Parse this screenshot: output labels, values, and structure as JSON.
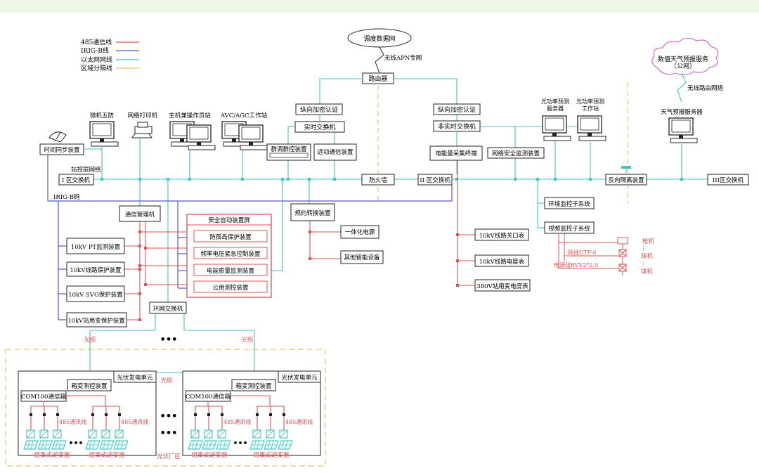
{
  "colors": {
    "rs485": "#e05050",
    "irig": "#5555cc",
    "ethernet": "#39c6c6",
    "boundary": "#f0c070",
    "black": "#222222"
  },
  "legend": {
    "rs485": "485通信线",
    "irig": "IRIG-B线",
    "ethernet": "以太网网线",
    "boundary": "区域分隔线"
  },
  "top": {
    "dispatch_cloud": "调度数据网",
    "apn": "无线APN专网",
    "router": "路由器",
    "enc1": "纵向加密认证",
    "enc2": "纵向加密认证",
    "realtime_switch": "实时交换机",
    "nonrealtime_switch": "非实时交换机",
    "group_ctrl": "群调群控装置",
    "telecontrol": "远动通信装置",
    "energy_terminal": "电能量采集终端",
    "net_security": "网络安全监测装置",
    "pp_server": "光功率预测服务器",
    "pp_workstation": "光功率预测工作站",
    "weather_cloud_1": "数值天气预报服务",
    "weather_cloud_2": "（公网）",
    "wireless_route": "无线路由网络",
    "weather_server": "天气预报服务器"
  },
  "zone1": {
    "five_prevent": "微机五防",
    "printer": "网络打印机",
    "host_station": "主机兼操作员站",
    "avc_station": "AVC/AGC工作站",
    "time_sync": "时间同步装置",
    "station_net": "站控层网络",
    "zone1_switch": "I 区交换机",
    "irig_code": "IRIG-B码",
    "comm_mgr": "通信管理机",
    "pt_monitor": "10kV PT监测装置",
    "line_prot": "10kV线路保护装置",
    "svg_prot": "10kV SVG保护装置",
    "sta_tr_prot": "10kV站用变保护装置",
    "ring_switch": "环网交换机",
    "panel_title": "安全自动装置屏",
    "anti_island": "防孤岛保护装置",
    "freq_volt": "频率电压紧急控制装置",
    "pq_monitor": "电能质量监测装置",
    "common_ctrl": "公用测控装置",
    "protocol_conv": "规约转换装置",
    "ups": "一体化电源",
    "other_dev": "其他智能设备"
  },
  "mid": {
    "firewall": "防火墙",
    "zone2_switch": "II 区交换机",
    "meter_gate": "10kV线路关口表",
    "meter_line": "10kV线路电度表",
    "meter_380": "380V站用变电度表"
  },
  "right": {
    "reverse_iso": "反向隔离装置",
    "zone3_switch": "III区交换机",
    "env_monitor": "环境监控子系统",
    "video_monitor": "视频监控子系统",
    "gun_cam": "枪机",
    "dome1": "球机",
    "dome2": "球机",
    "utp": "网线UTP-6",
    "power_cable": "电源线RVV2*2.0"
  },
  "bottom": {
    "fiber1": "光缆",
    "fiber2": "光缆",
    "fiber3": "光缆",
    "dots_top": "•••",
    "unit_title1": "光伏发电单元",
    "unit_title2": "光伏发电单元",
    "box_ctrl1": "箱变测控装置",
    "box_ctrl2": "箱变测控装置",
    "com1": "COM100通信箱",
    "com2": "COM100通信箱",
    "rs485_a": "485通讯线",
    "rs485_b": "485通讯线",
    "rs485_c": "485通讯线",
    "rs485_d": "485通讯线",
    "dots_a": "•••",
    "dots_b": "•••",
    "dots_mid1": "•••",
    "dots_mid2": "•••",
    "inv_a": "组串式逆变器",
    "inv_b": "组串式逆变器",
    "inv_c": "组串式逆变器",
    "inv_d": "组串式逆变器",
    "pv_area": "光伏厂区"
  }
}
